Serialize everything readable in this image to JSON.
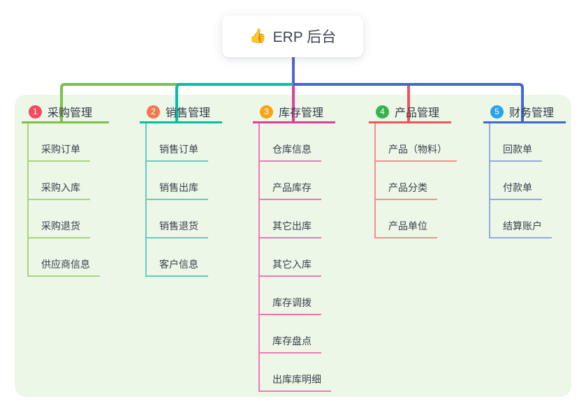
{
  "root": {
    "icon": "👍",
    "label": "ERP 后台"
  },
  "branches": [
    {
      "num": "1",
      "label": "采购管理",
      "badge_color": "#f5495f",
      "color": "#7cc244",
      "light_color": "#a6d57e",
      "children": [
        "采购订单",
        "采购入库",
        "采购退货",
        "供应商信息"
      ]
    },
    {
      "num": "2",
      "label": "销售管理",
      "badge_color": "#f2794e",
      "color": "#00bfa5",
      "light_color": "#5fd0bf",
      "children": [
        "销售订单",
        "销售出库",
        "销售退货",
        "客户信息"
      ]
    },
    {
      "num": "3",
      "label": "库存管理",
      "badge_color": "#f9a416",
      "color": "#dd3f9e",
      "light_color": "#ee77b8",
      "children": [
        "仓库信息",
        "产品库存",
        "其它出库",
        "其它入库",
        "库存调拨",
        "库存盘点",
        "出库库明细"
      ]
    },
    {
      "num": "4",
      "label": "产品管理",
      "badge_color": "#35b44e",
      "color": "#f1535c",
      "light_color": "#f68e93",
      "children": [
        "产品（物料）",
        "产品分类",
        "产品单位"
      ]
    },
    {
      "num": "5",
      "label": "财务管理",
      "badge_color": "#2aa3ec",
      "color": "#3f68d1",
      "light_color": "#92a9e2",
      "children": [
        "回款单",
        "付款单",
        "结算账户"
      ]
    }
  ],
  "connector": {
    "stem_color": "#5561d6"
  },
  "canvas": {
    "bg": "#ffffff",
    "panel_bg": "#ecf7e7"
  }
}
